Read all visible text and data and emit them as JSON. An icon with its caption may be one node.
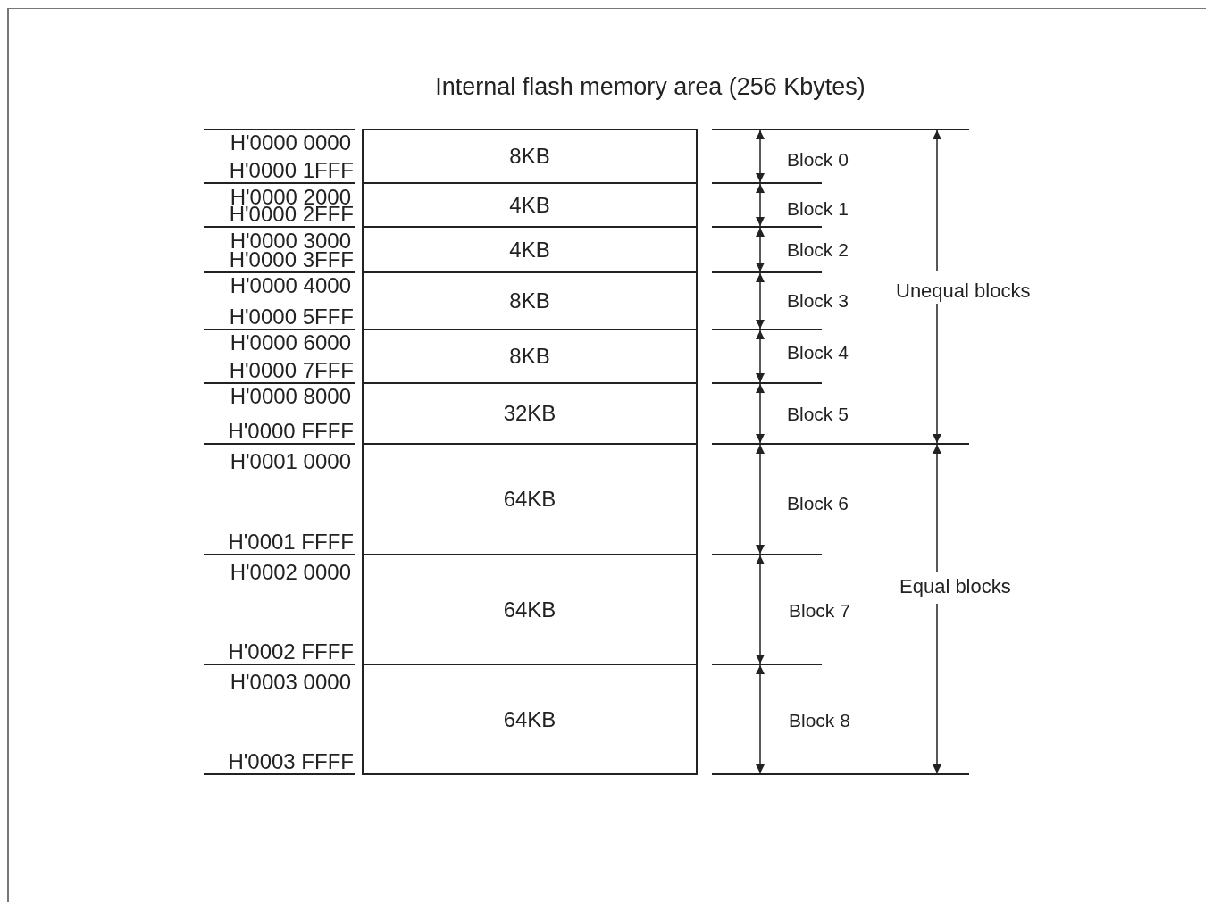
{
  "diagram": {
    "title": "Internal flash memory area (256 Kbytes)",
    "nodes": [
      {
        "text": [
          "8KB"
        ],
        "beside": [
          "H'0000 0000",
          "H'0000 1FFF"
        ]
      },
      {
        "text": [
          "4KB"
        ],
        "beside": [
          "H'0000 2000",
          "H'0000 2FFF"
        ]
      },
      {
        "text": [
          "4KB"
        ],
        "beside": [
          "H'0000 3000",
          "H'0000 3FFF"
        ]
      },
      {
        "text": [
          "8KB"
        ],
        "beside": [
          "H'0000 4000",
          "H'0000 5FFF"
        ]
      },
      {
        "text": [
          "8KB"
        ],
        "beside": [
          "H'0000 6000",
          "H'0000 7FFF"
        ]
      },
      {
        "text": [
          "32KB"
        ],
        "beside": [
          "H'0000 8000",
          "H'0000 FFFF"
        ]
      },
      {
        "text": [
          "64KB"
        ],
        "beside": [
          "H'0001 0000",
          "H'0001 FFFF"
        ]
      },
      {
        "text": [
          "64KB"
        ],
        "beside": [
          "H'0002 0000",
          "H'0002 FFFF"
        ]
      },
      {
        "text": [
          "64KB"
        ],
        "beside": [
          "H'0003 0000",
          "H'0003 FFFF"
        ]
      }
    ],
    "labels": [
      "Block 0",
      "Block 1",
      "Block 2",
      "Block 3",
      "Unequal blocks",
      "Block 4",
      "Block 5",
      "Block 6",
      "Equal blocks",
      "Block 7",
      "Block 8"
    ]
  }
}
